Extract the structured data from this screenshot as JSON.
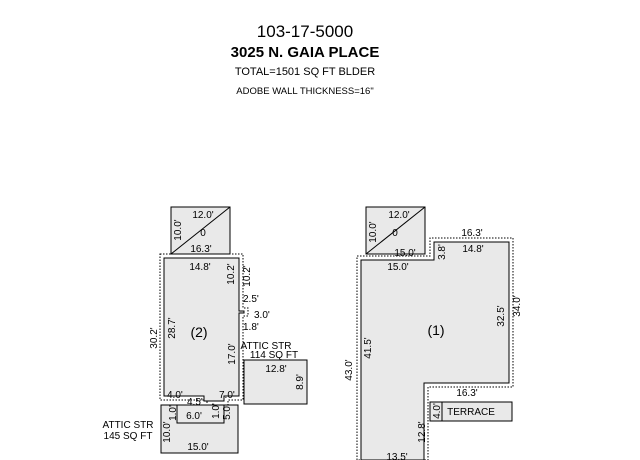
{
  "header": {
    "parcel": "103-17-5000",
    "address": "3025 N. GAIA PLACE",
    "total": "TOTAL=1501 SQ FT BLDER",
    "wall": "ADOBE WALL THICKNESS=16\""
  },
  "building2": {
    "label": "(2)",
    "top_box": {
      "top": "12.0'",
      "mid": "0",
      "side": "10.0'",
      "bottom": "16.3'"
    },
    "dims": [
      "14.8'",
      "10.2'",
      "2.5'",
      "3.0'",
      "1.8'",
      "30.2'",
      "28.7'",
      "17.0'",
      "4.0'",
      "4.5'",
      "7.0'"
    ],
    "attic_right": {
      "label": "ATTIC STR",
      "area": "114 SQ FT",
      "width": "12.8'",
      "height": "8.9'"
    },
    "attic_bottom": {
      "label": "ATTIC STR",
      "area": "145 SQ FT",
      "dims": [
        "1.0'",
        "6.0'",
        "1.0'",
        "5.0'",
        "10.0'",
        "15.0'"
      ]
    }
  },
  "building1": {
    "label": "(1)",
    "top_box": {
      "top": "12.0'",
      "mid": "0",
      "side": "10.0'",
      "bottom": "15.0'"
    },
    "dims": [
      "16.3'",
      "14.8'",
      "3.8'",
      "15.0'",
      "34.0'",
      "32.5'",
      "41.5'",
      "43.0'",
      "16.3'",
      "4.0'",
      "12.8'",
      "13.5'"
    ],
    "terrace": "TERRACE"
  }
}
